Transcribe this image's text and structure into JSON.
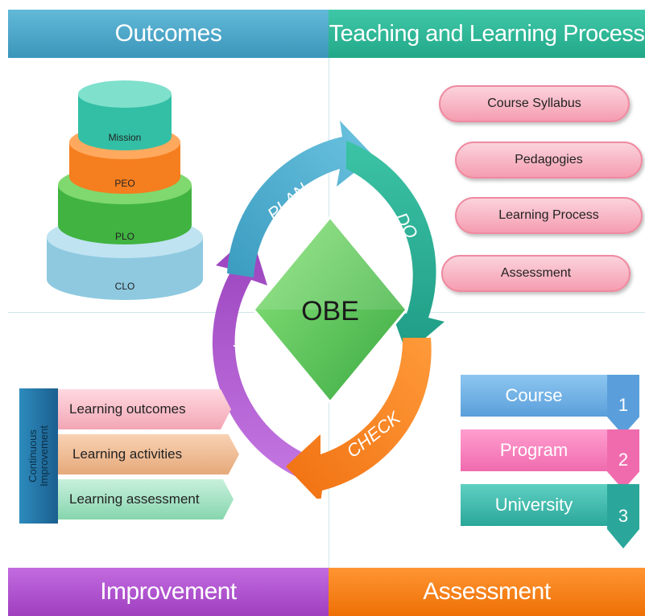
{
  "headers": {
    "outcomes": "Outcomes",
    "teaching": "Teaching and Learning Process",
    "improvement": "Improvement",
    "assessment": "Assessment"
  },
  "pyramid": [
    "Mission",
    "PEO",
    "PLO",
    "CLO"
  ],
  "cycle": {
    "center": "OBE",
    "plan": "PLAN",
    "do": "DO",
    "check": "CHECK",
    "act": "ACT"
  },
  "teaching_items": [
    "Course Syllabus",
    "Pedagogies",
    "Learning Process",
    "Assessment"
  ],
  "continuous_improvement": {
    "label": "Continuous Improvement",
    "items": [
      "Learning outcomes",
      "Learning activities",
      "Learning assessment"
    ]
  },
  "assessment_levels": [
    {
      "label": "Course",
      "number": "1"
    },
    {
      "label": "Program",
      "number": "2"
    },
    {
      "label": "University",
      "number": "3"
    }
  ],
  "colors": {
    "outcomes": "#4aa6c8",
    "teaching": "#2cb89a",
    "improvement": "#b14fce",
    "assessment": "#f47d17",
    "plan": "#4aa6c8",
    "do": "#27a594",
    "check": "#f47d17",
    "act": "#a851c9",
    "obe": "#56c75a"
  }
}
